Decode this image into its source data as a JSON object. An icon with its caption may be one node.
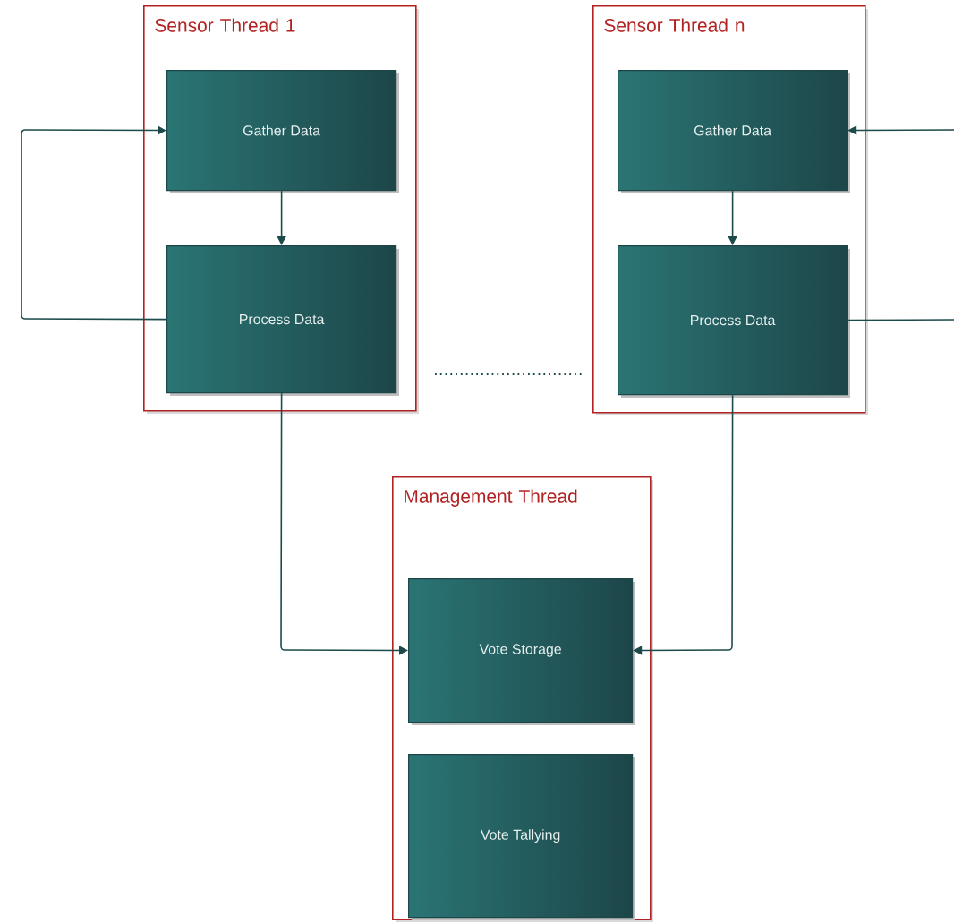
{
  "diagram": {
    "nodes": [
      {
        "text": [
          "Sensor Thread 1"
        ]
      },
      {
        "text": [
          "Gather Data"
        ],
        "in": 0
      },
      {
        "text": [
          "Process Data"
        ],
        "in": 0
      },
      {
        "text": [
          "Sensor Thread n"
        ]
      },
      {
        "text": [
          "Gather Data"
        ],
        "in": 3
      },
      {
        "text": [
          "Process Data"
        ],
        "in": 3
      },
      {
        "text": [
          "Management Thread"
        ]
      },
      {
        "text": [
          "Vote Storage"
        ],
        "in": 6
      },
      {
        "text": [
          "Vote Tallying"
        ],
        "in": 6
      }
    ],
    "edges": [
      {
        "from": 1,
        "to": 2,
        "arrow": "to"
      },
      {
        "from": 2,
        "to": 1,
        "arrow": "to"
      },
      {
        "from": 4,
        "to": 5,
        "arrow": "to"
      },
      {
        "from": 5,
        "to": null,
        "arrow": "none"
      },
      {
        "from": null,
        "to": 4,
        "arrow": "to"
      },
      {
        "from": 2,
        "to": 7,
        "arrow": "to"
      },
      {
        "from": 5,
        "to": 7,
        "arrow": "to"
      }
    ]
  }
}
